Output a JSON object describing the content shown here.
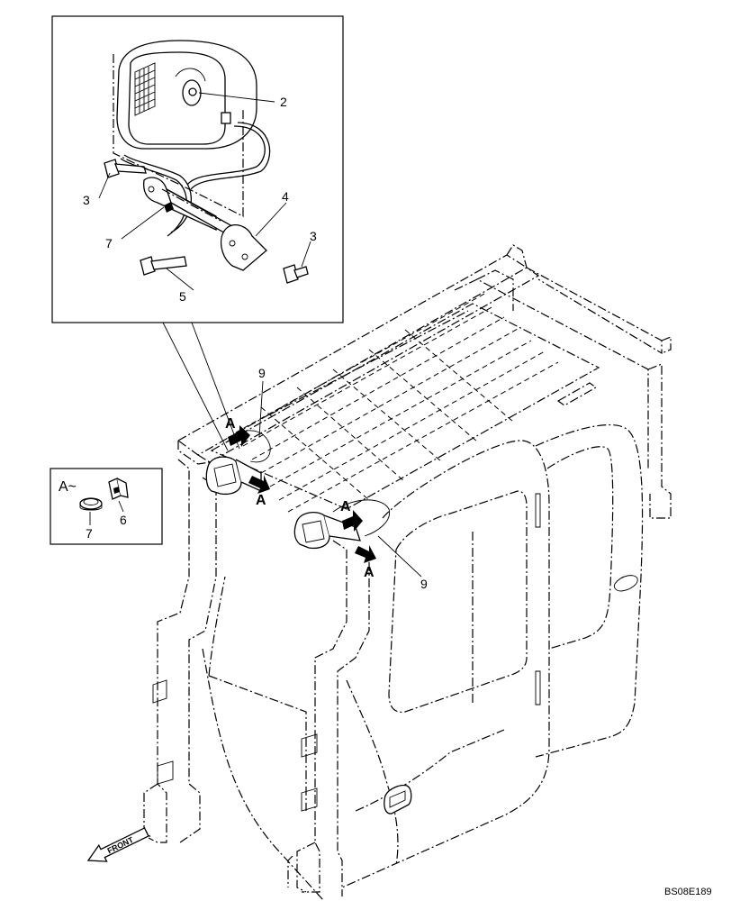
{
  "callouts": {
    "c2": "2",
    "c3a": "3",
    "c3b": "3",
    "c4": "4",
    "c5": "5",
    "c7a": "7",
    "c9a": "9",
    "c9b": "9",
    "c6": "6",
    "c7b": "7"
  },
  "view_marks": {
    "a1": "A",
    "a2": "A",
    "a3": "A",
    "a4": "A",
    "detail_title": "A~"
  },
  "front_label": "FRONT",
  "drawing_code": "BS08E189"
}
